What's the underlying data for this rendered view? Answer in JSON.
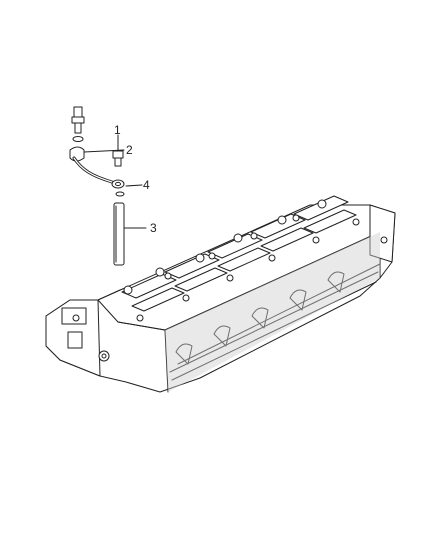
{
  "callouts": {
    "c1": "1",
    "c2": "2",
    "c3": "3",
    "c4": "4"
  },
  "colors": {
    "line": "#222222",
    "fill": "#ffffff",
    "shade": "#cfcfcf"
  }
}
